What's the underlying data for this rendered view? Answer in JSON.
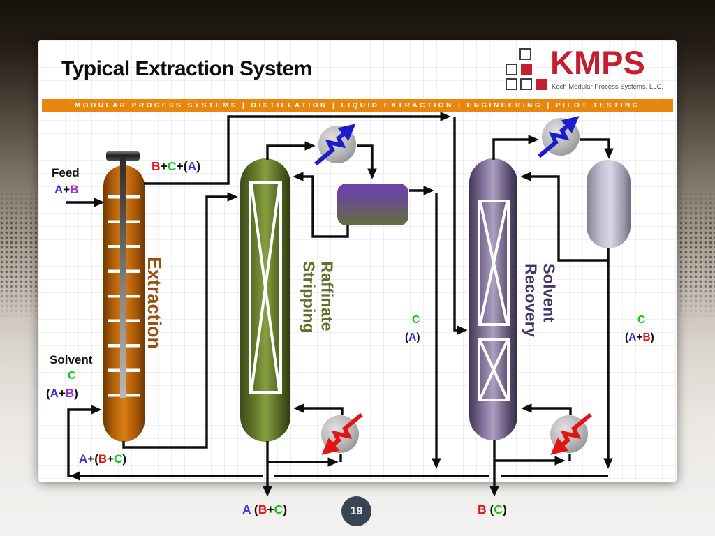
{
  "slide": {
    "title": "Typical Extraction System",
    "banner": "MODULAR PROCESS SYSTEMS | DISTILLATION | LIQUID EXTRACTION | ENGINEERING | PILOT TESTING",
    "logo": {
      "name": "KMPS",
      "tagline": "Koch Modular Process Systems, LLC.",
      "brand_red": "#c41e2f"
    }
  },
  "page_number": "19",
  "colors": {
    "stream_a_blue": "#3434d6",
    "stream_b_red": "#e81212",
    "stream_b_purple": "#9c2bd6",
    "stream_c_green": "#0cc90c",
    "banner_orange": "#e8860d",
    "extraction_orange": "#c76c0d",
    "stripping_green": "#6b8032",
    "recovery_purple": "#8d7fa6",
    "condenser_arrow_blue": "#1c1ccf",
    "reboiler_arrow_red": "#e21414",
    "page_badge_slate": "#3a4553"
  },
  "columns": [
    {
      "name": "extraction",
      "lines": [
        "Extraction"
      ],
      "label_color": "#94520f"
    },
    {
      "name": "raffinate-stripping",
      "lines": [
        "Raffinate",
        "Stripping"
      ],
      "label_color": "#5e7029"
    },
    {
      "name": "solvent-recovery",
      "lines": [
        "Solvent",
        "Recovery"
      ],
      "label_color": "#443365"
    }
  ],
  "streams": {
    "feed_title": "Feed",
    "feed": [
      {
        "t": "A",
        "c": "#3434d6"
      },
      {
        "t": "+"
      },
      {
        "t": "B",
        "c": "#9c2bd6"
      }
    ],
    "extract_overhead": [
      {
        "t": "B",
        "c": "#e81212"
      },
      {
        "t": "+"
      },
      {
        "t": "C",
        "c": "#0cc90c"
      },
      {
        "t": "+("
      },
      {
        "t": "A",
        "c": "#3434d6"
      },
      {
        "t": ")"
      }
    ],
    "solvent_title": "Solvent",
    "solvent_line1": [
      {
        "t": "C",
        "c": "#0cc90c"
      }
    ],
    "solvent_line2": [
      {
        "t": "("
      },
      {
        "t": "A",
        "c": "#3434d6"
      },
      {
        "t": "+"
      },
      {
        "t": "B",
        "c": "#9c2bd6"
      },
      {
        "t": ")"
      }
    ],
    "raffinate": [
      {
        "t": "A",
        "c": "#3434d6"
      },
      {
        "t": "+("
      },
      {
        "t": "B",
        "c": "#e81212"
      },
      {
        "t": "+"
      },
      {
        "t": "C",
        "c": "#0cc90c"
      },
      {
        "t": ")"
      }
    ],
    "decanter_out_line1": [
      {
        "t": "C",
        "c": "#0cc90c"
      }
    ],
    "decanter_out_line2": [
      {
        "t": "("
      },
      {
        "t": "A",
        "c": "#3434d6"
      },
      {
        "t": ")"
      }
    ],
    "solvent_recycle_line1": [
      {
        "t": "C",
        "c": "#0cc90c"
      }
    ],
    "solvent_recycle_line2": [
      {
        "t": "("
      },
      {
        "t": "A",
        "c": "#3434d6"
      },
      {
        "t": "+"
      },
      {
        "t": "B",
        "c": "#e81212"
      },
      {
        "t": ")"
      }
    ],
    "stripper_product": [
      {
        "t": "A",
        "c": "#3434d6"
      },
      {
        "t": " ("
      },
      {
        "t": "B",
        "c": "#e81212"
      },
      {
        "t": "+"
      },
      {
        "t": "C",
        "c": "#0cc90c"
      },
      {
        "t": ")"
      }
    ],
    "recovery_product": [
      {
        "t": "B",
        "c": "#e81212"
      },
      {
        "t": " ("
      },
      {
        "t": "C",
        "c": "#0cc90c"
      },
      {
        "t": ")"
      }
    ]
  }
}
